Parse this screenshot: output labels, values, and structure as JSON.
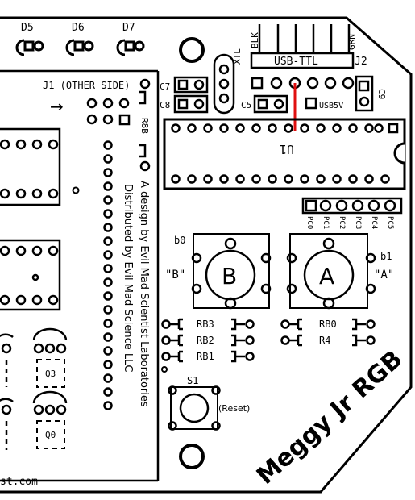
{
  "leds": [
    "D5",
    "D6",
    "D7"
  ],
  "caps": {
    "c7": "C7",
    "c8": "C8",
    "c5": "C5",
    "c9": "C9"
  },
  "xtal": "XTL",
  "usb_header": {
    "label": "USB-TTL",
    "blk": "BLK",
    "grn": "GRN",
    "id": "J2",
    "usb5v": "USB5V"
  },
  "j1_label": "J1 (OTHER SIDE)",
  "arrow": "→",
  "r_vertical": "R8B",
  "chip_label": "U1",
  "pc_labels": [
    "PC0",
    "PC1",
    "PC2",
    "PC3",
    "PC4",
    "PC5"
  ],
  "credits": {
    "line1": "A design by Evil Mad Scientist Laboratories",
    "line2": "Distributed by Evil Mad Science LLC"
  },
  "buttons": {
    "b0_pin": "b0",
    "b1_pin": "b1",
    "b_left": "\"B\"",
    "b_right": "\"A\"",
    "b_letter": "B",
    "a_letter": "A"
  },
  "resistors": [
    "RB3",
    "RB2",
    "RB1",
    "RB0",
    "R4"
  ],
  "transistors": [
    "Q3",
    "Q0"
  ],
  "reset": {
    "id": "S1",
    "label": "(Reset)"
  },
  "title": "Meggy Jr RGB",
  "url_fragment": "st.com"
}
